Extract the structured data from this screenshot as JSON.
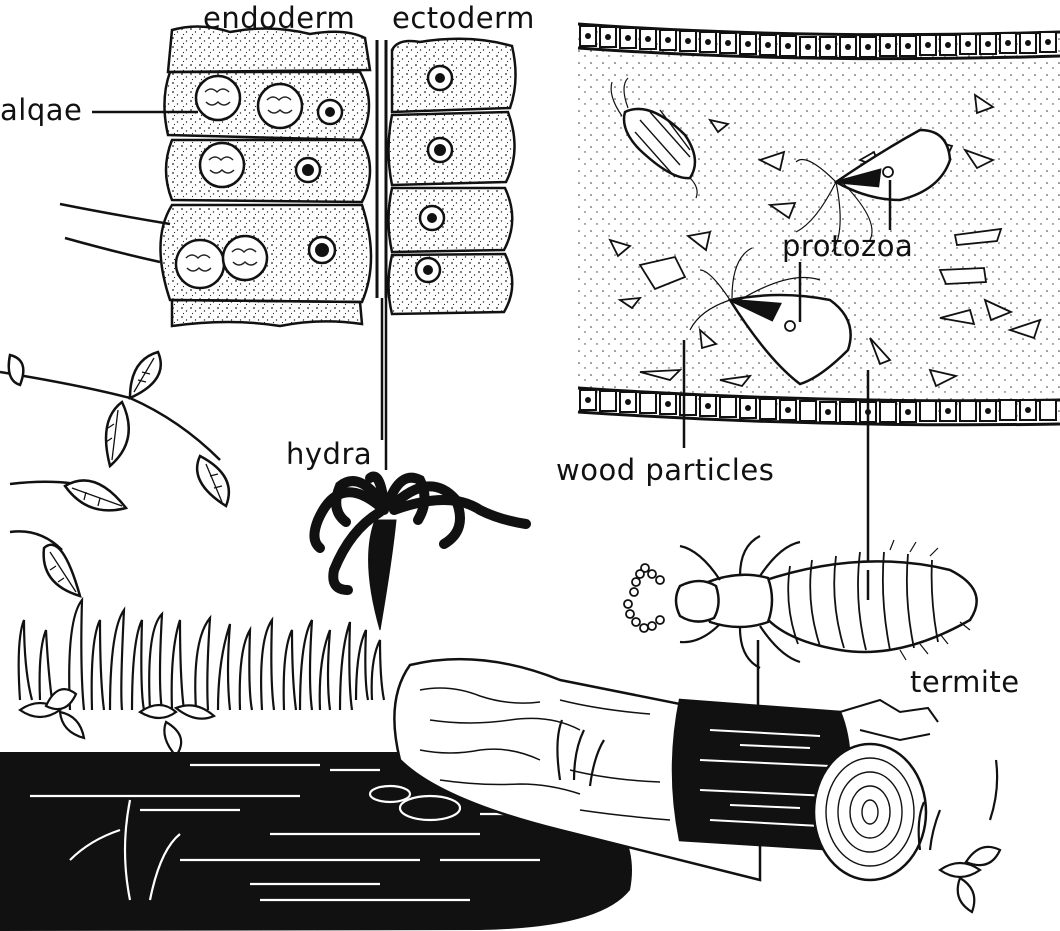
{
  "labels": {
    "endoderm": "endoderm",
    "ectoderm": "ectoderm",
    "algae": "alqae",
    "protozoa": "protozoa",
    "hydra": "hydra",
    "wood_particles": "wood particles",
    "termite": "termite"
  }
}
